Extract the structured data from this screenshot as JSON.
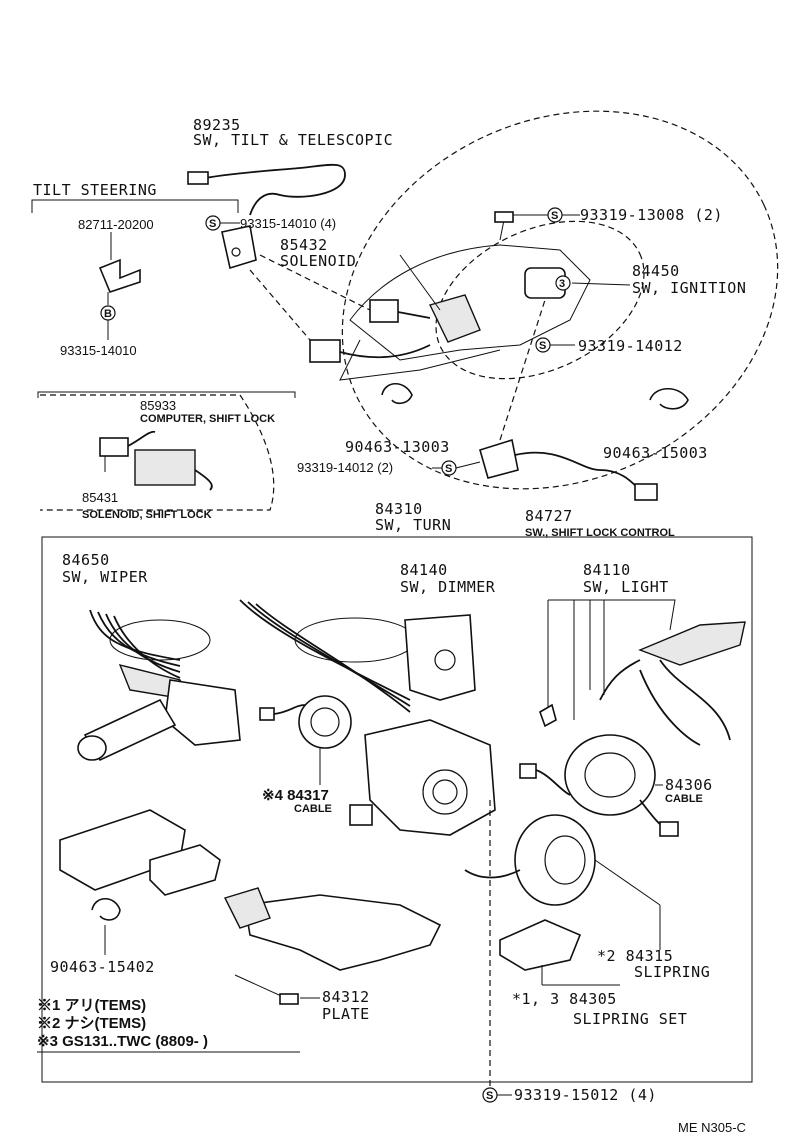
{
  "labels": {
    "p89235": "89235",
    "p89235_name": "SW, TILT & TELESCOPIC",
    "tilt_steering": "TILT STEERING",
    "p82711": "82711-20200",
    "p93315_14010": "93315-14010",
    "p93315_14010_4": "93315-14010 (4)",
    "p85432": "85432",
    "p85432_name": "SOLENOID",
    "p93319_13008": "93319-13008 (2)",
    "p84450": "84450",
    "p84450_name": "SW, IGNITION",
    "p93319_14012": "93319-14012",
    "p85933": "85933",
    "p85933_name": "COMPUTER, SHIFT LOCK",
    "p85431": "85431",
    "p85431_name": "SOLENOID, SHIFT LOCK",
    "p90463_13003": "90463-13003",
    "p90463_15003": "90463-15003",
    "p93319_14012_2": "93319-14012 (2)",
    "p84310": "84310",
    "p84310_name": "SW, TURN",
    "p84727": "84727",
    "p84727_name": "SW., SHIFT LOCK CONTROL",
    "p84650": "84650",
    "p84650_name": "SW, WIPER",
    "p84140": "84140",
    "p84140_name": "SW, DIMMER",
    "p84110": "84110",
    "p84110_name": "SW, LIGHT",
    "p84317": "※4 84317",
    "p84317_name": "CABLE",
    "p84306": "84306",
    "p84306_name": "CABLE",
    "p90463_15402": "90463-15402",
    "p84315": "*2  84315",
    "p84315_name": "SLIPRING",
    "p84312": "84312",
    "p84312_name": "PLATE",
    "p84305": "*1, 3  84305",
    "p84305_name": "SLIPRING SET",
    "p93319_15012": "93319-15012 (4)",
    "footer": "ME  N305-C"
  },
  "notes": [
    "※1 アリ(TEMS)",
    "※2 ナシ(TEMS)",
    "※3  GS131..TWC (8809-          )"
  ],
  "symbols": {
    "s": "S",
    "b": "B",
    "three": "3"
  }
}
